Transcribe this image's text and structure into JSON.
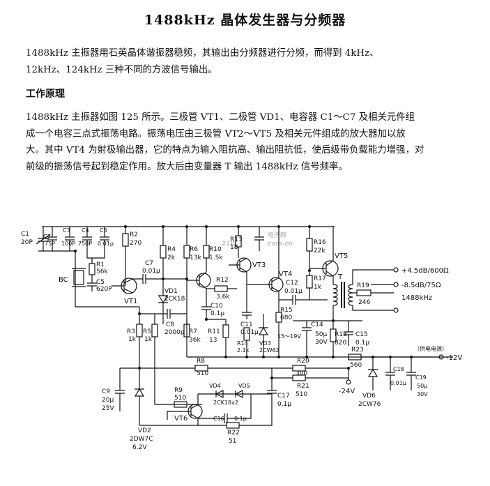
{
  "title": "1488kHz 晶体发生器与分频器",
  "intro": {
    "line1": "1488kHz 主振器用石英晶体谐振器稳频，其输出由分频器进行分频，而得到 4kHz、",
    "line2": "12kHz、124kHz 三种不同的方波信号输出。"
  },
  "section_heading": "工作原理",
  "principle": {
    "line1": "1488kHz 主振器如图 125 所示。三极管 VT1、二极管 VD1、电容器 C1～C7 及相关元件组",
    "line2": "成一个电容三点式振荡电路。振荡电压由三极管 VT2～VT5 及相关元件组成的放大器加以放",
    "line3": "大。其中 VT4 为射极输出器，它的特点为输入阻抗高、输出阻抗低，使后级带负载能力增强，对",
    "line4": "前级的振荡信号起到稳定作用。放大后由变量器 T 输出 1488kHz 信号频率。"
  },
  "watermark": {
    "number": "21IC",
    "text1": "电子网",
    "text2": "com.cn"
  },
  "circuit": {
    "labels": {
      "C1": "C1",
      "C1v": "20P",
      "C2": "C2",
      "C2v": "75P",
      "C3": "C3",
      "C3v": "100P",
      "C4": "C4",
      "C4v": "750P",
      "C6": "C6",
      "C6v": "0.01μ",
      "R2": "R2",
      "R2v": "270",
      "R1": "R1",
      "R1v": "56k",
      "C5": "C5",
      "C5v": "620P",
      "BC": "BC",
      "VT1": "VT1",
      "C7": "C7",
      "C7v": "0.01μ",
      "R4": "R4",
      "R4v": "2k",
      "VD1": "VD1",
      "VD1v": "2CK18",
      "C8": "C8",
      "C8v": "2000p",
      "R3": "R3",
      "R3v": "1k",
      "R5": "R5",
      "R5v": "1k",
      "R6": "R6",
      "R6v": "13k",
      "R10": "R10",
      "R10v": "1.5k",
      "R12": "R12",
      "R12v": "3.6k",
      "C10": "C10",
      "C10v": "0.1μ",
      "R7": "R7",
      "R7v": "36k",
      "R11": "R11",
      "R11v": "13",
      "R13": "R13",
      "R13v": "18",
      "VT3": "VT3",
      "VT4": "VT4",
      "C11": "C11",
      "C11v": "0.01μ",
      "R14": "R14",
      "R14v": "2.1k",
      "VD3": "VD3",
      "VD3v": "2CW62",
      "V15": "15～19V",
      "R15": "R15",
      "R15v": "680",
      "C12": "C12",
      "C12v": "0.01μ",
      "R16": "R16",
      "R16v": "22k",
      "R17": "R17",
      "R17v": "1k",
      "VT5": "VT5",
      "T": "T",
      "R19": "R19",
      "R19v": "246",
      "out1": "+4.5dB/600Ω",
      "out2": "-8.5dB/75Ω",
      "out3": "1488kHz",
      "C14": "C14",
      "C14v": "50μ",
      "C14v2": "30V",
      "R18": "R18",
      "R18v": "820",
      "C15": "C15",
      "C15v": "0.1μ",
      "R8": "R8",
      "R8v": "510",
      "R20": "R20",
      "R20v": "300",
      "R21": "R21",
      "R21v": "510",
      "R23": "R23",
      "R23v": "560",
      "supply_note": "（供电电源）",
      "minus12": "-12V",
      "minus24": "-24V",
      "C18": "C18",
      "C18v": "0.01μ",
      "C19": "C19",
      "C19v": "50μ",
      "C19v2": "30V",
      "VD6": "VD6",
      "VD6v": "2CW76",
      "C9": "C9",
      "C9v": "20μ",
      "C9v2": "25V",
      "VD2": "VD2",
      "VD2v": "2DW7C",
      "VD2v2": "6.2V",
      "R9": "R9",
      "R9v": "510",
      "VD4": "VD4",
      "VD5": "VD5",
      "VD45v": "2CK18x2",
      "VT6": "VT6",
      "C16": "C16",
      "C16v": "0.1μ",
      "C17": "C17",
      "C17v": "0.1μ",
      "R22": "R22",
      "R22v": "51"
    }
  }
}
